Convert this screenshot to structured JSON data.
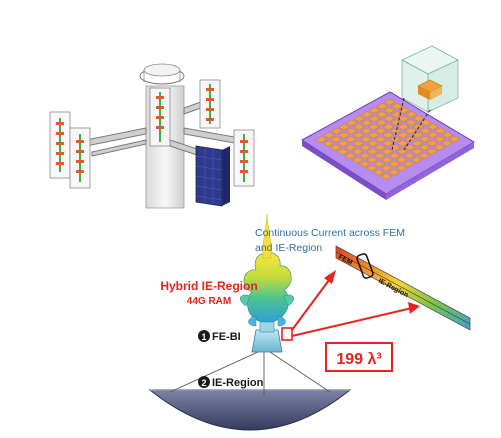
{
  "labels": {
    "current_note_line1": "Continuous Current across FEM",
    "current_note_line2": "and IE-Region",
    "hybrid_title": "Hybrid IE-Region",
    "ram": "44G RAM",
    "marker1_num": "1",
    "marker1_text": "FE-BI",
    "marker2_num": "2",
    "marker2_text": "IE-Region",
    "fem_tag": "FEM",
    "ie_tag": "IE-Region",
    "volume_value": "199 λ³"
  },
  "colors": {
    "accent_red": "#e8231c",
    "note_blue": "#2f6fa8",
    "dish_top": "#6f7597",
    "dish_bottom": "#3d4066",
    "feed_cyan": "#9ad6ea",
    "patch_orange": "#f4a13c",
    "patch_purple": "#8a55d8",
    "tower_gray": "#ececec",
    "radiator_green": "#3cb043",
    "bluepanel": "#2e3a8c"
  }
}
